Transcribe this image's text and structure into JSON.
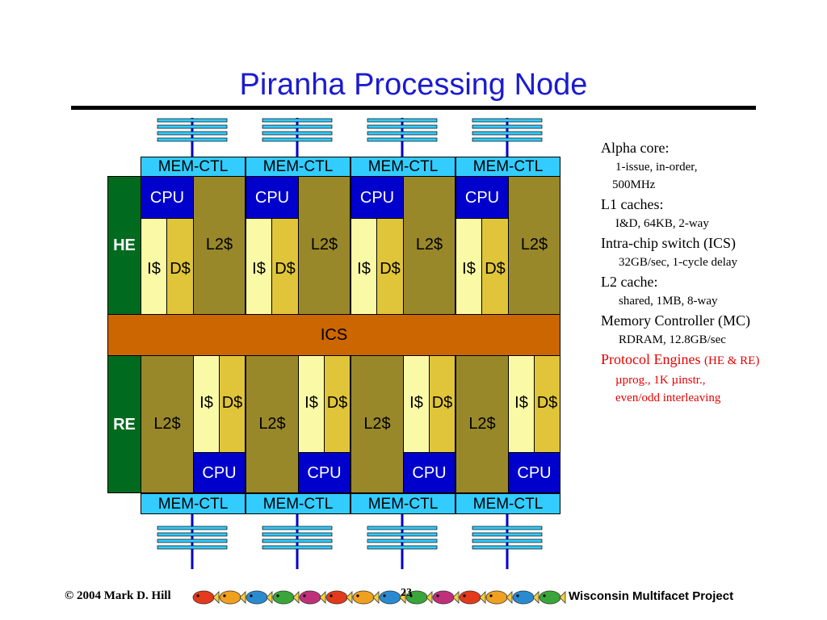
{
  "slide": {
    "title": "Piranha Processing Node"
  },
  "diagram": {
    "memctl_label": "MEM-CTL",
    "cpu_label": "CPU",
    "l2_label": "L2$",
    "icache_label": "I$",
    "dcache_label": "D$",
    "ics_label": "ICS",
    "he_label": "HE",
    "re_label": "RE",
    "colors": {
      "memctl": "#33ccff",
      "cpu": "#0000cc",
      "l2": "#99882a",
      "icache": "#fafaa6",
      "dcache": "#e0c53a",
      "engine": "#006a1e",
      "ics": "#cc6600",
      "bus_blue": "#0000cc",
      "bus_cyan": "#33ccff"
    }
  },
  "notes": {
    "alpha": {
      "heading": "Alpha core:",
      "l1": "1-issue, in-order,",
      "l2": "500MHz"
    },
    "l1cache": {
      "heading": "L1 caches:",
      "detail": "I&D, 64KB, 2-way"
    },
    "ics": {
      "heading": "Intra-chip switch (ICS)",
      "detail": "32GB/sec, 1-cycle delay"
    },
    "l2cache": {
      "heading": "L2 cache:",
      "detail": "shared, 1MB, 8-way"
    },
    "mc": {
      "heading": "Memory Controller (MC)",
      "detail": "RDRAM, 12.8GB/sec"
    },
    "pe": {
      "heading": "Protocol Engines",
      "heading_suffix": "(HE & RE)",
      "l1": "µprog., 1K µinstr.,",
      "l2": "even/odd interleaving"
    }
  },
  "footer": {
    "copyright": "© 2004 Mark D. Hill",
    "page": "23",
    "project": "Wisconsin Multifacet Project"
  }
}
